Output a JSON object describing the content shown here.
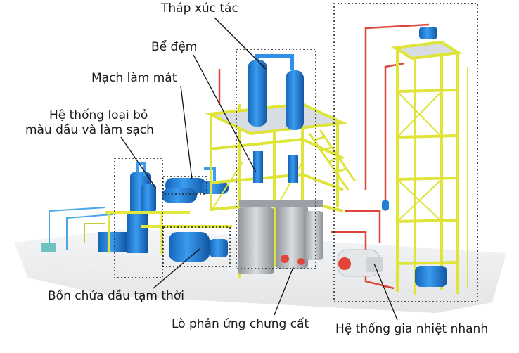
{
  "labels": {
    "catalytic_tower": "Tháp xúc tác",
    "buffer_tank": "Bể đệm",
    "cooling_circuit": "Mạch làm mát",
    "decolor_system_line1": "Hệ thống loại bỏ",
    "decolor_system_line2": "màu dầu và làm sạch",
    "temp_oil_tank": "Bồn chứa dầu tạm thời",
    "distillation_reactor": "Lò phản ứng chưng cất",
    "rapid_heating_system": "Hệ thống gia nhiệt nhanh"
  },
  "colors": {
    "frame_yellow": "#e3e83a",
    "vessel_blue": "#1e7fd6",
    "pipe_red": "#e0453a",
    "reactor_grey": "#b9bdc2",
    "floor_grey": "#eceef0"
  }
}
